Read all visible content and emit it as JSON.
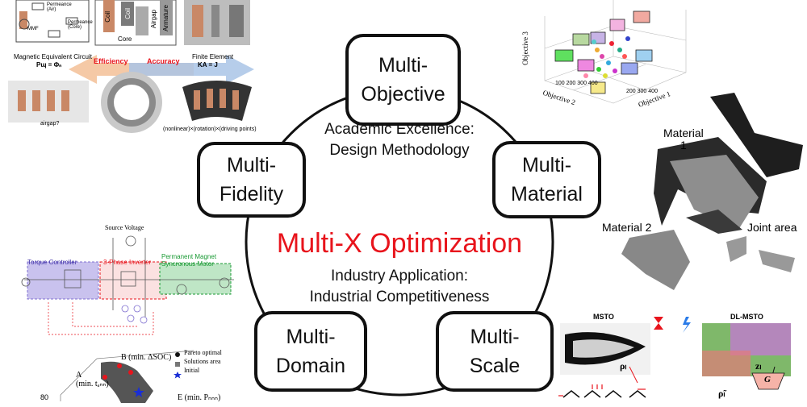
{
  "center": {
    "title": "Multi-X Optimization",
    "top_line1": "Academic Excellence:",
    "top_line2": "Design Methodology",
    "bottom_line1": "Industry Application:",
    "bottom_line2": "Industrial Competitiveness",
    "title_color": "#e8141c"
  },
  "boxes": {
    "objective": {
      "line1": "Multi-",
      "line2": "Objective"
    },
    "fidelity": {
      "line1": "Multi-",
      "line2": "Fidelity"
    },
    "material": {
      "line1": "Multi-",
      "line2": "Material"
    },
    "domain": {
      "line1": "Multi-",
      "line2": "Domain"
    },
    "scale": {
      "line1": "Multi-",
      "line2": "Scale"
    }
  },
  "fidelity_panel": {
    "permeance_air": "Permeance (Air)",
    "permeance_core": "Permeance (Core)",
    "mmf": "MMF",
    "coil1": "Coil",
    "coil2": "Coil",
    "core": "Core",
    "airgap": "Airgap",
    "armature": "Armature",
    "mec_label": "Magnetic Equivalent Circuit",
    "mec_eq": "Pɰ = Φₙ",
    "fe_label": "Finite Element",
    "fe_eq": "KA = J",
    "efficiency": "Efficiency",
    "accuracy": "Accuracy",
    "airgap_q": "airgap?",
    "nonlinear": "(nonlinear)×(rotation)×(driving points)"
  },
  "objective_panel": {
    "axis3": "Objective 3",
    "axis2": "Objective 2",
    "axis1": "Objective 1",
    "ticks_a": [
      "100",
      "200",
      "300",
      "400"
    ],
    "ticks_b": [
      "200",
      "300",
      "400"
    ]
  },
  "material_panel": {
    "material1": "Material",
    "material1_num": "1",
    "material2": "Material 2",
    "joint": "Joint area"
  },
  "domain_panel": {
    "source_voltage": "Source Voltage",
    "torque_controller": "Torque Controller",
    "inverter": "3-Phase Inverter",
    "motor_line1": "Permanent Magnet",
    "motor_line2": "Syncronous Motor",
    "legend": [
      "Pareto optimal",
      "Solutions area",
      "Initial"
    ],
    "point_b": "B (min. ΔSOC)",
    "point_a": "A",
    "point_a2": "(min. tₐₙₙ)",
    "point_e": "E (min. Pₙₙₙ)",
    "y_tick": "80"
  },
  "scale_panel": {
    "msto": "MSTO",
    "dlmsto": "DL-MSTO",
    "rho": "ρₗ",
    "z": "zₗ",
    "rho_tilde": "ρ̃ₗ",
    "g": "G"
  },
  "colors": {
    "efficiency_arrow": "#f5c9a6",
    "accuracy_arrow": "#a9c4e6",
    "arrow_text": "#e8141c",
    "controller_fill": "#c9c2ee",
    "inverter_color": "#e8141c",
    "motor_fill": "#bfe6c6",
    "motor_text": "#1a9a34"
  }
}
